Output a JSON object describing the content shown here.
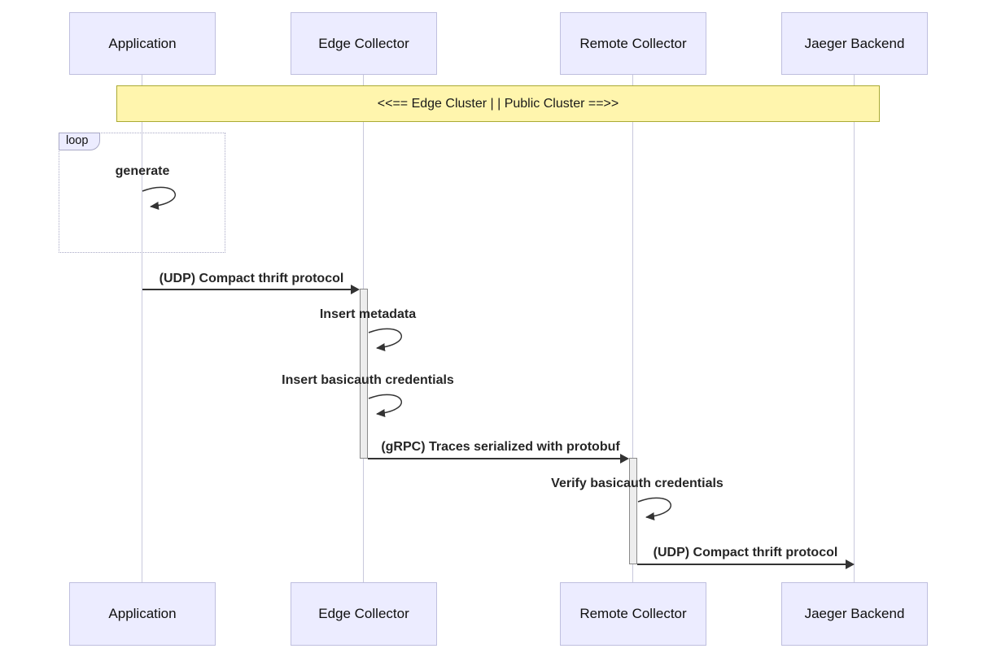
{
  "diagram": {
    "type": "sequence-diagram",
    "actors": [
      {
        "label": "Application"
      },
      {
        "label": "Edge Collector"
      },
      {
        "label": "Remote Collector"
      },
      {
        "label": "Jaeger Backend"
      }
    ],
    "note": {
      "label": "<<== Edge Cluster | | Public Cluster ==>>"
    },
    "loop": {
      "label": "loop",
      "self_message": "generate",
      "on": "Application"
    },
    "messages": [
      {
        "from": "Application",
        "to": "Edge Collector",
        "label": "(UDP) Compact thrift protocol",
        "kind": "solid-arrow"
      },
      {
        "self_on": "Edge Collector",
        "label": "Insert metadata",
        "kind": "self-loop"
      },
      {
        "self_on": "Edge Collector",
        "label": "Insert basicauth credentials",
        "kind": "self-loop"
      },
      {
        "from": "Edge Collector",
        "to": "Remote Collector",
        "label": "(gRPC) Traces serialized with protobuf",
        "kind": "solid-arrow"
      },
      {
        "self_on": "Remote Collector",
        "label": "Verify basicauth credentials",
        "kind": "self-loop"
      },
      {
        "from": "Remote Collector",
        "to": "Jaeger Backend",
        "label": "(UDP) Compact thrift protocol",
        "kind": "solid-arrow"
      }
    ],
    "colors": {
      "actor_fill": "#ECECFF",
      "actor_border": "#BFBFDF",
      "note_fill": "#FFF5AD",
      "note_border": "#AAAA33",
      "lifeline": "#C9C9DC",
      "activation_fill": "#EDEDED",
      "activation_border": "#8A8A8A",
      "arrow": "#333333",
      "loop_border": "#A9A9C6",
      "text": "#262626"
    }
  }
}
